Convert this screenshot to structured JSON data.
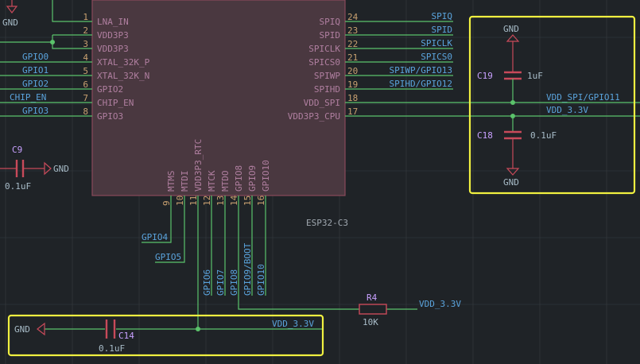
{
  "colors": {
    "background": "#1f2327",
    "grid": "#363c42",
    "wire": "#5bc36b",
    "chip_body": "#4a3840",
    "chip_border": "#8a4a5a",
    "pin_name": "#b07fa0",
    "pin_number": "#c8a070",
    "net_label": "#5aa3dc",
    "component": "#c84a5a",
    "highlight_box": "#f0f040"
  },
  "chip": {
    "name": "ESP32-C3",
    "left_pins": [
      {
        "num": "1",
        "name": "LNA_IN"
      },
      {
        "num": "2",
        "name": "VDD3P3"
      },
      {
        "num": "3",
        "name": "VDD3P3"
      },
      {
        "num": "4",
        "name": "XTAL_32K_P"
      },
      {
        "num": "5",
        "name": "XTAL_32K_N"
      },
      {
        "num": "6",
        "name": "GPIO2"
      },
      {
        "num": "7",
        "name": "CHIP_EN"
      },
      {
        "num": "8",
        "name": "GPIO3"
      }
    ],
    "right_pins": [
      {
        "num": "24",
        "name": "SPIQ"
      },
      {
        "num": "23",
        "name": "SPID"
      },
      {
        "num": "22",
        "name": "SPICLK"
      },
      {
        "num": "21",
        "name": "SPICS0"
      },
      {
        "num": "20",
        "name": "SPIWP"
      },
      {
        "num": "19",
        "name": "SPIHD"
      },
      {
        "num": "18",
        "name": "VDD_SPI"
      },
      {
        "num": "17",
        "name": "VDD3P3_CPU"
      }
    ],
    "bottom_pins": [
      {
        "num": "9",
        "name": "MTMS"
      },
      {
        "num": "10",
        "name": "MTDI"
      },
      {
        "num": "11",
        "name": "VDD3P3_RTC"
      },
      {
        "num": "12",
        "name": "MTCK"
      },
      {
        "num": "13",
        "name": "MTDO"
      },
      {
        "num": "14",
        "name": "GPIO8"
      },
      {
        "num": "15",
        "name": "GPIO9"
      },
      {
        "num": "16",
        "name": "GPIO10"
      }
    ]
  },
  "left_nets": [
    "GPIO0",
    "GPIO1",
    "GPIO2",
    "CHIP_EN",
    "GPIO3"
  ],
  "right_nets": [
    "SPIQ",
    "SPID",
    "SPICLK",
    "SPICS0",
    "SPIWP/GPIO13",
    "SPIHD/GPIO12",
    "VDD_SPI/GPIO11",
    "VDD_3.3V"
  ],
  "bottom_nets": [
    "GPIO4",
    "GPIO5",
    "GPIO6",
    "GPIO7",
    "GPIO8",
    "GPIO9/BOOT",
    "GPIO10"
  ],
  "gnd_label": "GND",
  "capacitors": {
    "C9": {
      "ref": "C9",
      "value": "0.1uF"
    },
    "C19": {
      "ref": "C19",
      "value": "1uF"
    },
    "C18": {
      "ref": "C18",
      "value": "0.1uF"
    },
    "C14": {
      "ref": "C14",
      "value": "0.1uF"
    }
  },
  "resistor": {
    "ref": "R4",
    "value": "10K"
  },
  "power_nets": {
    "r4": "VDD_3.3V",
    "c14": "VDD_3.3V"
  }
}
